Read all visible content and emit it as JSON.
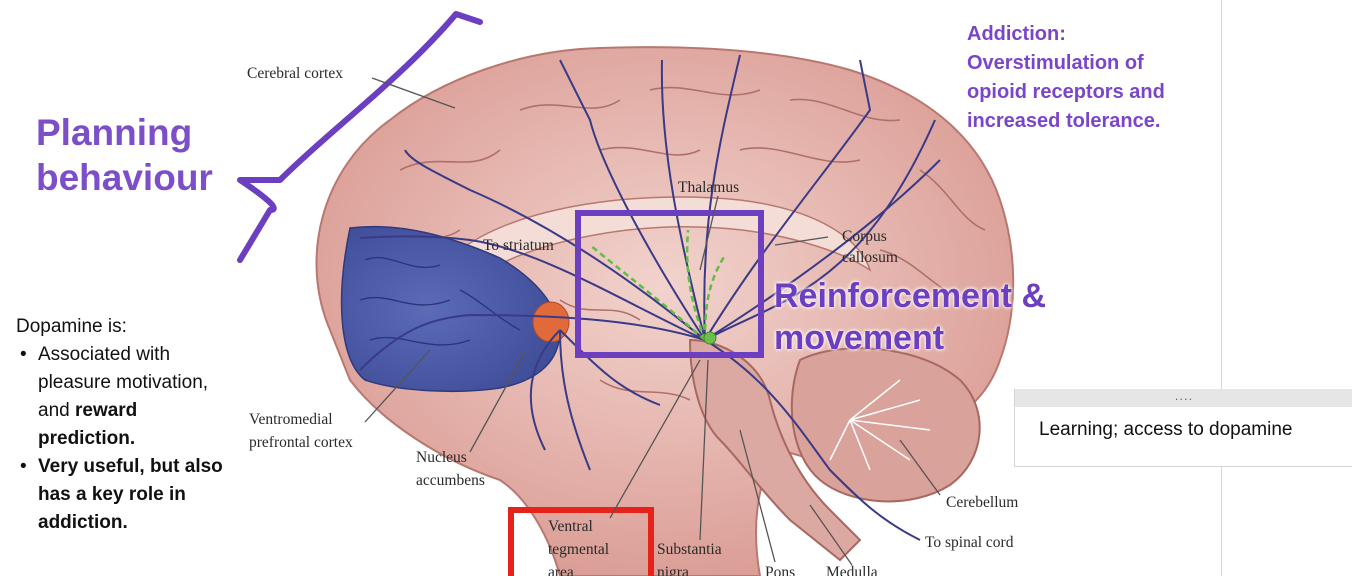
{
  "labels": {
    "cerebral_cortex": "Cerebral cortex",
    "thalamus": "Thalamus",
    "to_striatum": "To striatum",
    "corpus_callosum_1": "Corpus",
    "corpus_callosum_2": "callosum",
    "ventromedial_1": "Ventromedial",
    "ventromedial_2": "prefrontal cortex",
    "nucleus_1": "Nucleus",
    "nucleus_2": "accumbens",
    "vta_1": "Ventral",
    "vta_2": "tegmental",
    "vta_3": "area",
    "substantia_1": "Substantia",
    "substantia_2": "nigra",
    "pons": "Pons",
    "medulla": "Medulla",
    "cerebellum": "Cerebellum",
    "to_spinal_cord": "To spinal cord"
  },
  "overlays": {
    "planning_1": "Planning",
    "planning_2": "behaviour",
    "reinforcement_1": "Reinforcement &",
    "reinforcement_2": "movement",
    "addiction": [
      "Addiction:",
      "Overstimulation of",
      "opioid receptors and",
      "increased tolerance."
    ]
  },
  "dopamine": {
    "heading": "Dopamine is:",
    "bullet1_text": "Associated with pleasure motivation, and ",
    "bullet1_bold": "reward prediction.",
    "bullet2_bold": "Very useful, but also has a key role in addiction."
  },
  "note": {
    "grip": "....",
    "text": "Learning; access to dopamine"
  },
  "colors": {
    "accent_purple": "#6c3fc1",
    "brain_pink": "#e7b8b2",
    "prefrontal_blue": "#4a5aa6",
    "nucleus_orange": "#e06a3a",
    "pathway_green": "#5fbf3f",
    "highlight_red": "#e5231b",
    "axon_navy": "#3a3a86"
  }
}
